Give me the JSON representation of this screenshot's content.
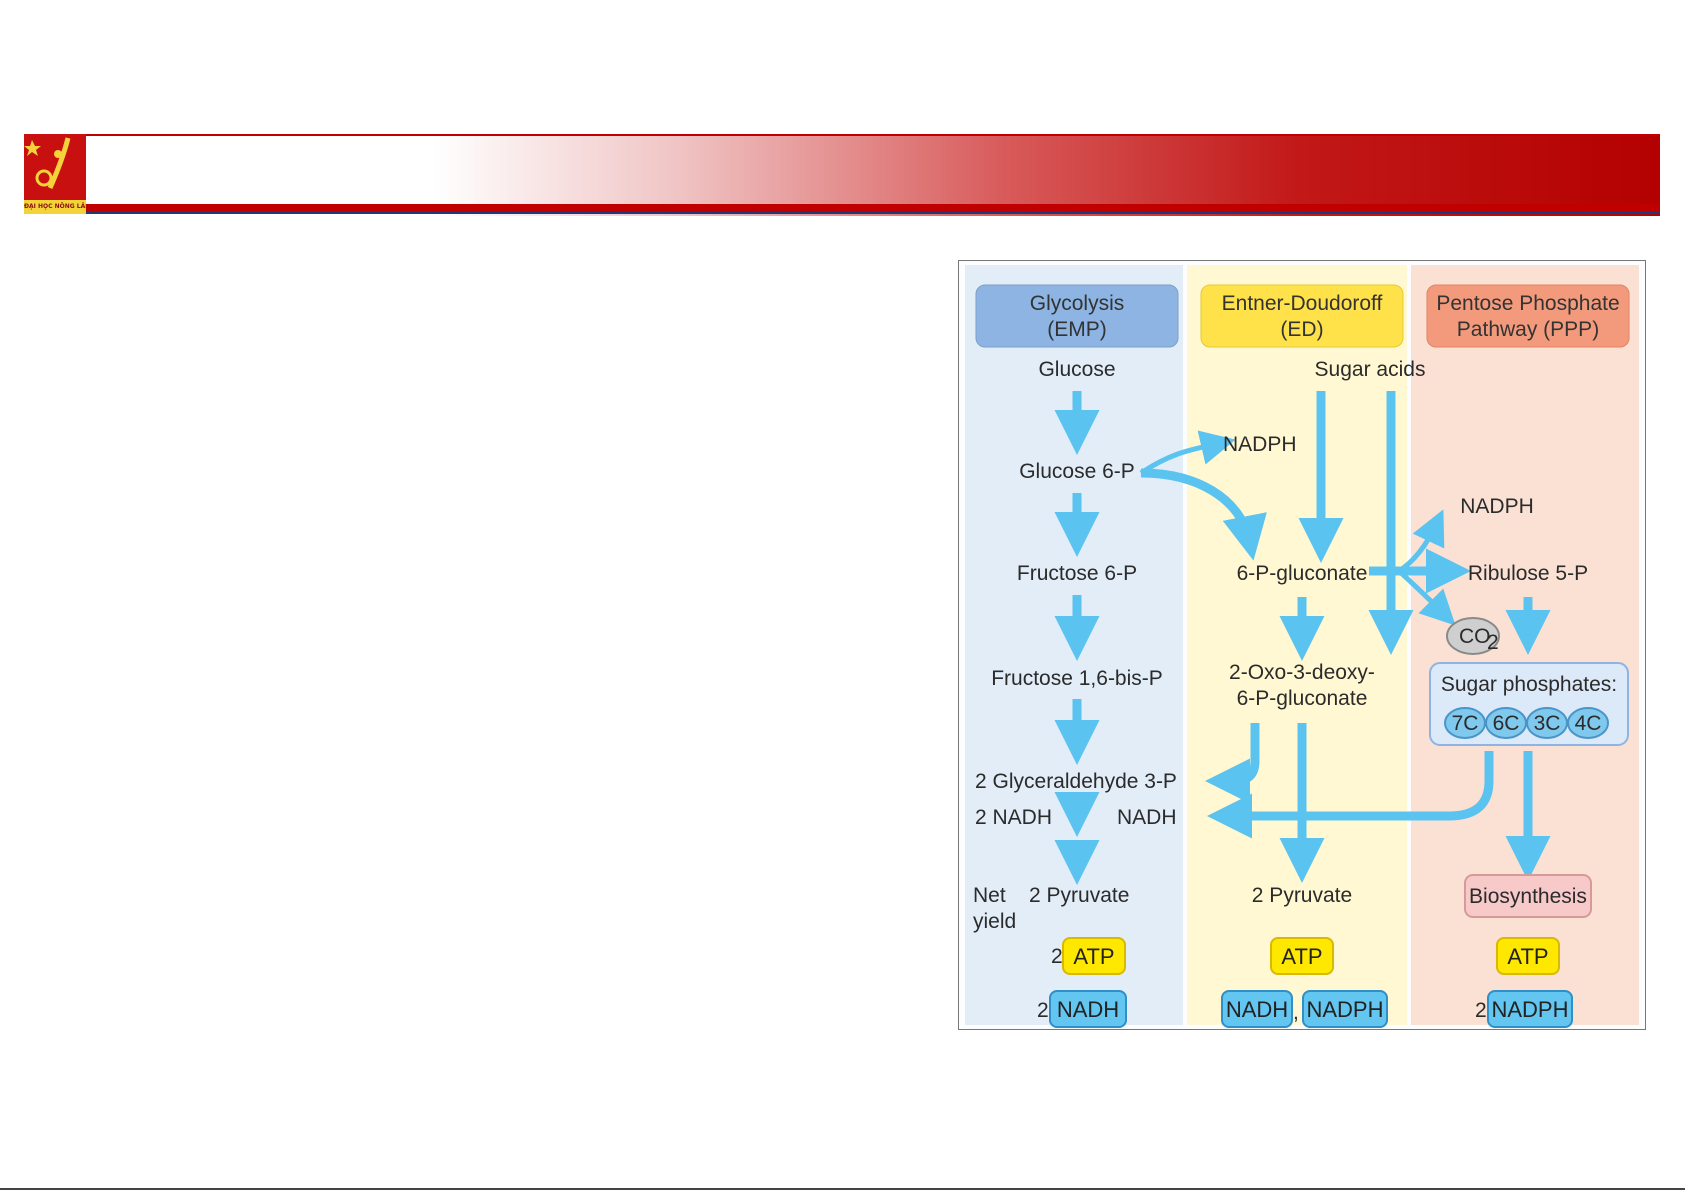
{
  "colors": {
    "banner_red": "#b40000",
    "arrow_blue": "#5bc3ef",
    "emp_lane": "#e2edf8",
    "ed_lane": "#fff8d2",
    "ppp_lane": "#fbe1d4",
    "emp_header": "#8db4e2",
    "ed_header": "#ffe14a",
    "ppp_header": "#f39a7c",
    "atp_yellow": "#ffe800",
    "nadh_blue": "#63c6f0"
  },
  "logo": {
    "icon": "university-logo-icon",
    "caption": "ĐẠI HỌC NÔNG LÂM"
  },
  "diagram": {
    "headers": {
      "emp": [
        "Glycolysis",
        "(EMP)"
      ],
      "ed": [
        "Entner-Doudoroff",
        "(ED)"
      ],
      "ppp": [
        "Pentose Phosphate",
        "Pathway (PPP)"
      ]
    },
    "emp": {
      "glucose": "Glucose",
      "glucose6p": "Glucose 6-P",
      "fructose6p": "Fructose 6-P",
      "fructose16": "Fructose 1,6-bis-P",
      "glyceraldehyde": "2 Glyceraldehyde 3-P",
      "nadh_left": "2 NADH",
      "pyruvate": "2 Pyruvate",
      "net": "Net",
      "yield": "yield",
      "atp_coef": "2",
      "nadh_coef": "2"
    },
    "ed": {
      "sugar_acids": "Sugar acids",
      "nadph": "NADPH",
      "gluconate": "6-P-gluconate",
      "oxo_line1": "2-Oxo-3-deoxy-",
      "oxo_line2": "6-P-gluconate",
      "nadh_mid": "NADH",
      "pyruvate": "2 Pyruvate",
      "comma": ","
    },
    "ppp": {
      "nadph": "NADPH",
      "ribulose": "Ribulose 5-P",
      "co2": "CO",
      "co2_sub": "2",
      "sugar_phosphates": "Sugar phosphates:",
      "carbons": [
        "7C",
        "6C",
        "3C",
        "4C"
      ],
      "biosynthesis": "Biosynthesis",
      "nadph_coef": "2"
    },
    "yields": {
      "atp": "ATP",
      "nadh": "NADH",
      "nadph": "NADPH"
    }
  }
}
